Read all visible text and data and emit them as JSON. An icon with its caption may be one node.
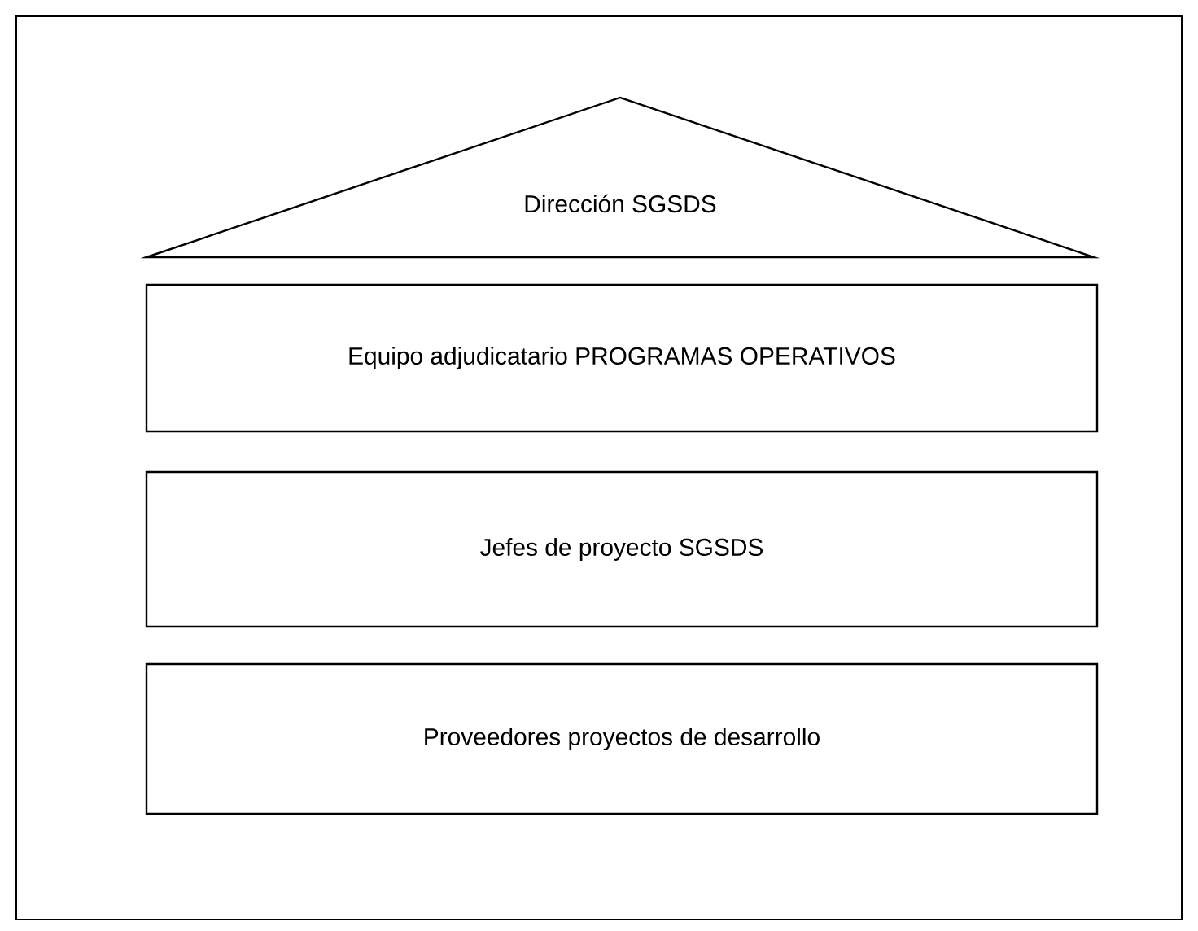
{
  "diagram": {
    "nodes": [
      {
        "text": [
          "Dirección SGSDS"
        ]
      },
      {
        "text": [
          "Equipo adjudicatario PROGRAMAS OPERATIVOS"
        ]
      },
      {
        "text": [
          "Jefes de proyecto SGSDS"
        ]
      },
      {
        "text": [
          "Proveedores proyectos de desarrollo"
        ]
      }
    ]
  }
}
